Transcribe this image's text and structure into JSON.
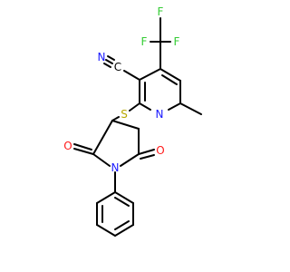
{
  "molecule": {
    "atoms": {
      "nitrile_c": "C",
      "nitrile_n": "N",
      "fluorine_top": "F",
      "fluorine_left": "F",
      "fluorine_right": "F",
      "pyridine_n": "N",
      "thioether_s": "S",
      "carbonyl_o_left": "O",
      "carbonyl_o_right": "O",
      "imide_n": "N"
    },
    "colors": {
      "carbon": "#000000",
      "nitrogen": "#1a1aff",
      "oxygen": "#ff1a1a",
      "fluorine": "#33cc33",
      "sulfur": "#b8a800"
    }
  }
}
